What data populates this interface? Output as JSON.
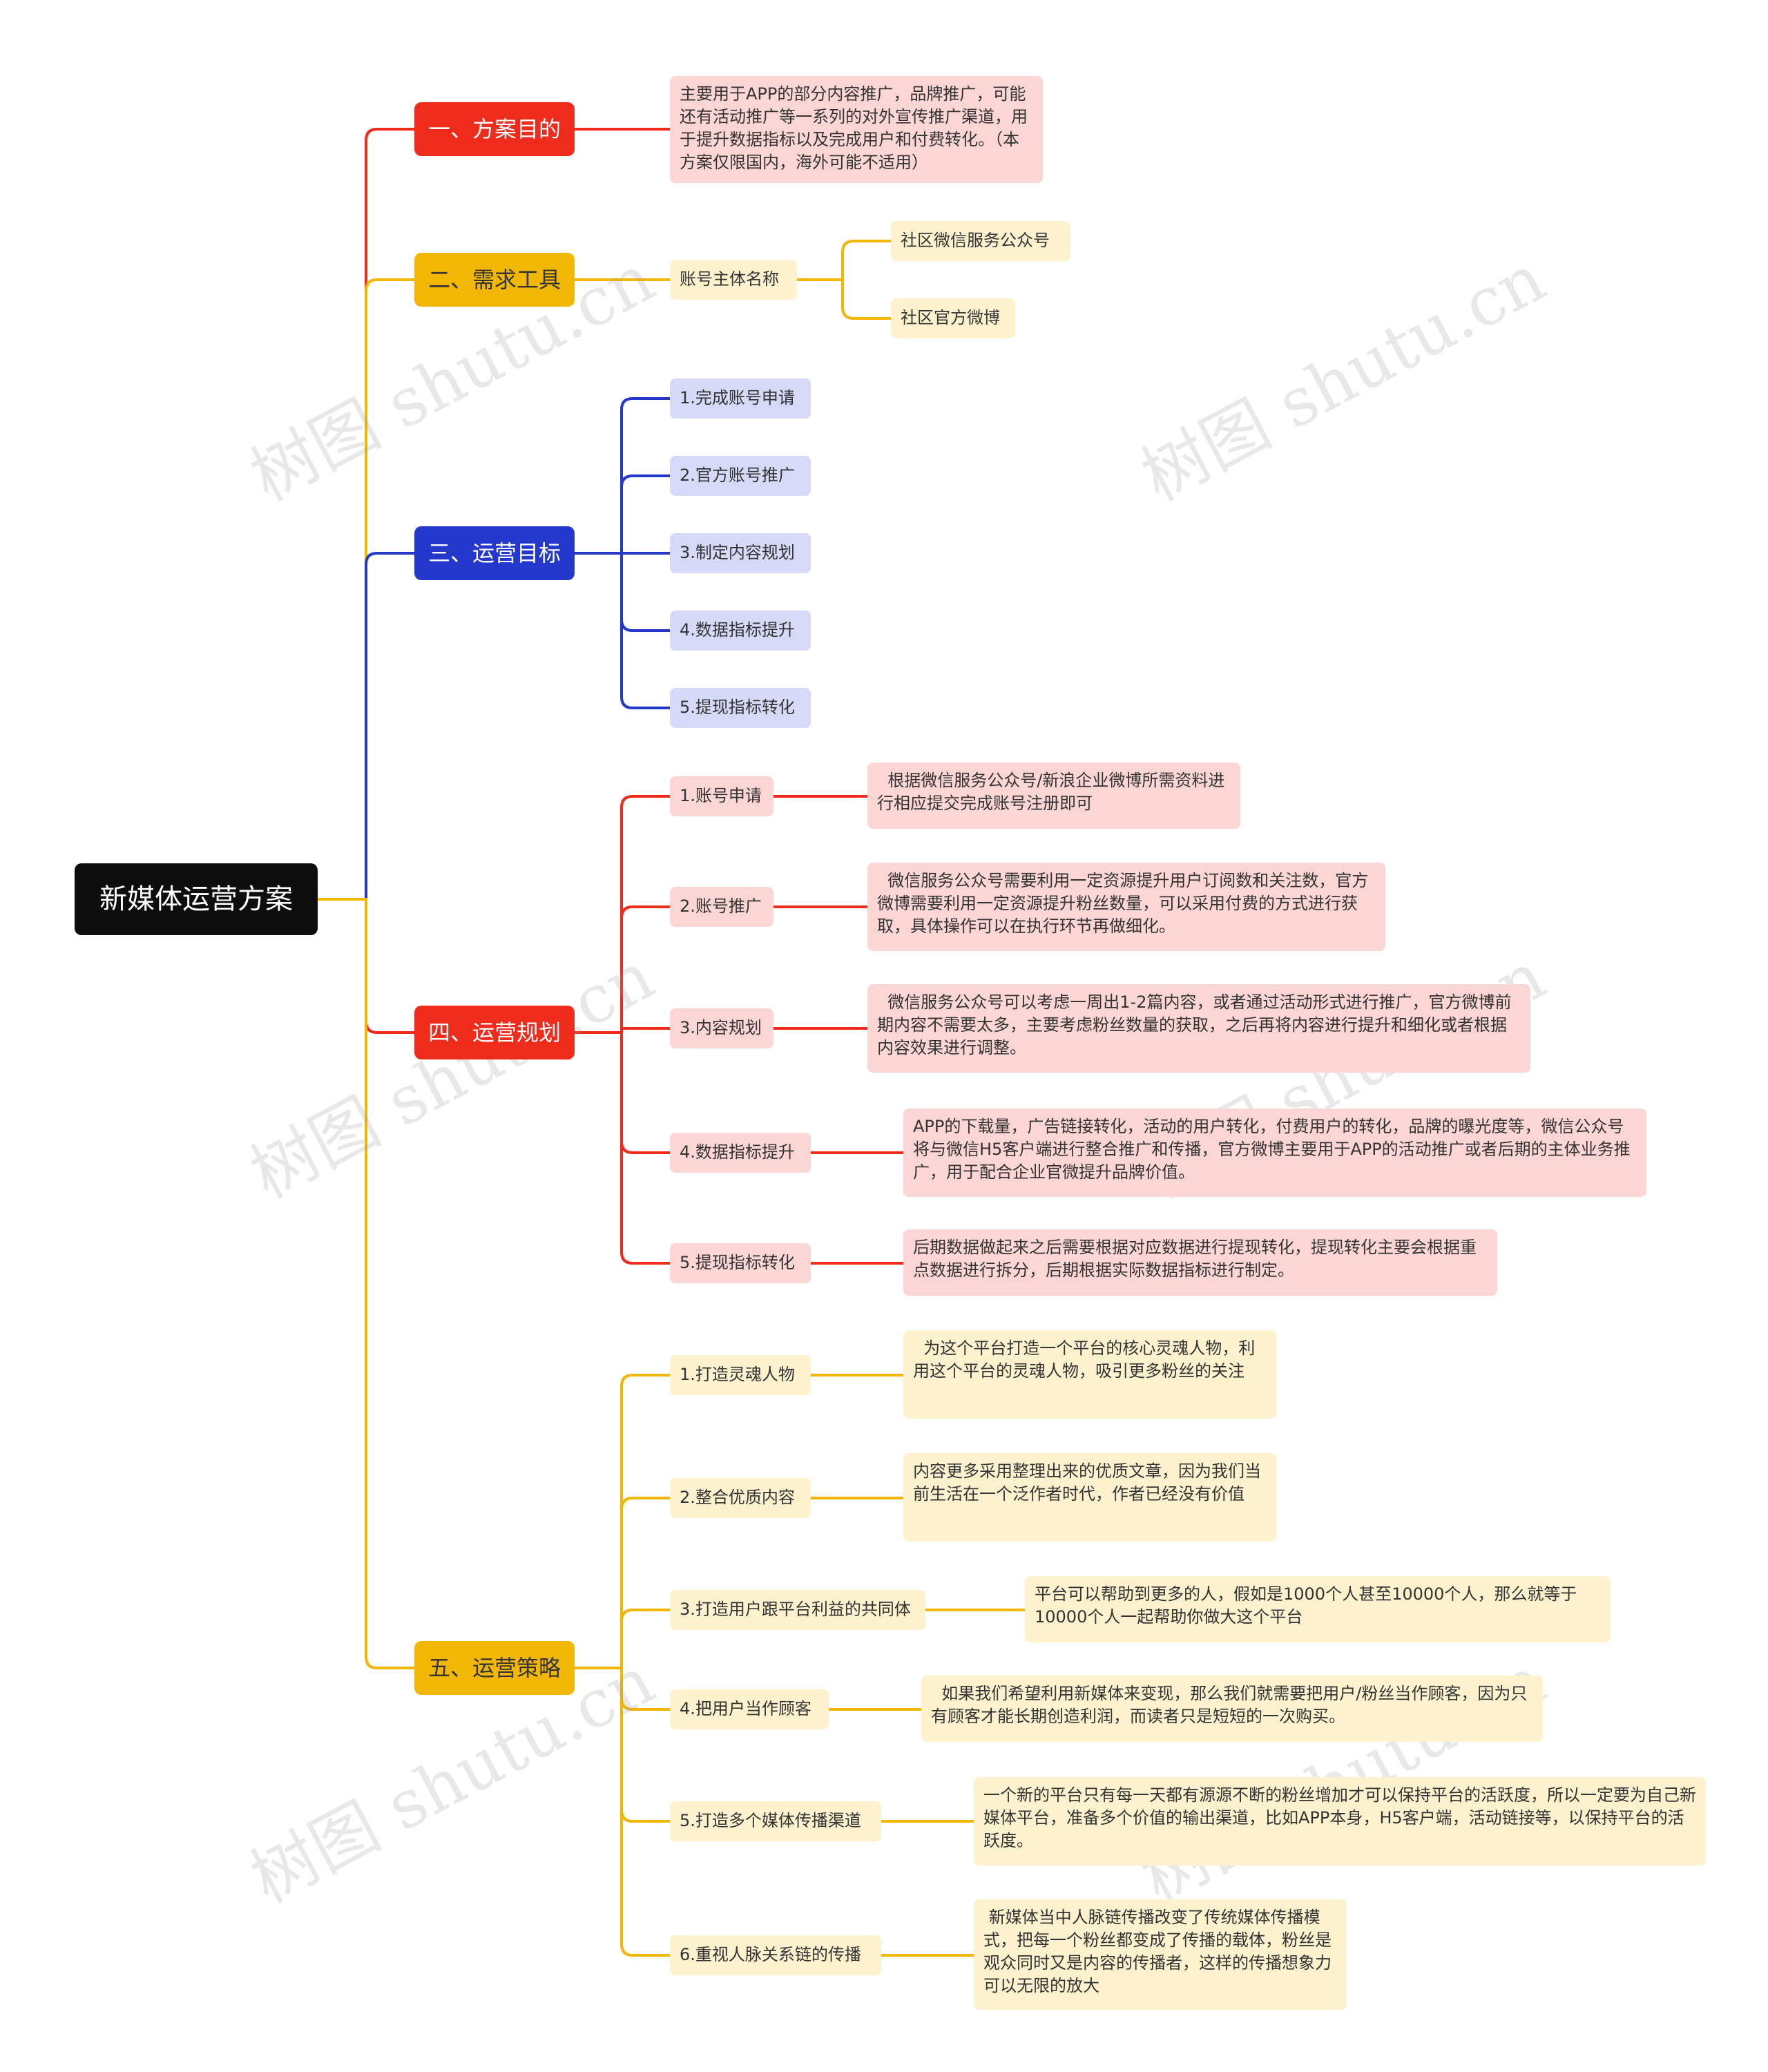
{
  "root": "新媒体运营方案",
  "colors": {
    "red": "#ef2b1c",
    "yellow": "#f2b705",
    "blue": "#2438cc",
    "pink": "#fbd6d4",
    "cream": "#fdf1ce",
    "lavender": "#d6d9f7",
    "root": "#0d0d0d"
  },
  "branches": {
    "b1": {
      "label": "一、方案目的",
      "desc": "主要用于APP的部分内容推广，品牌推广，可能还有活动推广等一系列的对外宣传推广渠道，用于提升数据指标以及完成用户和付费转化。（本方案仅限国内，海外可能不适用）"
    },
    "b2": {
      "label": "二、需求工具",
      "sub": "账号主体名称",
      "items": [
        "社区微信服务公众号",
        "社区官方微博"
      ]
    },
    "b3": {
      "label": "三、运营目标",
      "items": [
        "1.完成账号申请",
        "2.官方账号推广",
        "3.制定内容规划",
        "4.数据指标提升",
        "5.提现指标转化"
      ]
    },
    "b4": {
      "label": "四、运营规划",
      "items": [
        {
          "title": "1.账号申请",
          "desc": "  根据微信服务公众号/新浪企业微博所需资料进行相应提交完成账号注册即可"
        },
        {
          "title": "2.账号推广",
          "desc": "  微信服务公众号需要利用一定资源提升用户订阅数和关注数，官方微博需要利用一定资源提升粉丝数量，可以采用付费的方式进行获取，具体操作可以在执行环节再做细化。"
        },
        {
          "title": "3.内容规划",
          "desc": "  微信服务公众号可以考虑一周出1-2篇内容，或者通过活动形式进行推广，官方微博前期内容不需要太多，主要考虑粉丝数量的获取，之后再将内容进行提升和细化或者根据内容效果进行调整。"
        },
        {
          "title": "4.数据指标提升",
          "desc": "APP的下载量，广告链接转化，活动的用户转化，付费用户的转化，品牌的曝光度等，微信公众号将与微信H5客户端进行整合推广和传播，官方微博主要用于APP的活动推广或者后期的主体业务推广，用于配合企业官微提升品牌价值。"
        },
        {
          "title": "5.提现指标转化",
          "desc": "后期数据做起来之后需要根据对应数据进行提现转化，提现转化主要会根据重点数据进行拆分，后期根据实际数据指标进行制定。"
        }
      ]
    },
    "b5": {
      "label": "五、运营策略",
      "items": [
        {
          "title": "1.打造灵魂人物",
          "desc": "  为这个平台打造一个平台的核心灵魂人物，利用这个平台的灵魂人物，吸引更多粉丝的关注"
        },
        {
          "title": "2.整合优质内容",
          "desc": "内容更多采用整理出来的优质文章，因为我们当前生活在一个泛作者时代，作者已经没有价值"
        },
        {
          "title": "3.打造用户跟平台利益的共同体",
          "desc": "平台可以帮助到更多的人，假如是1000个人甚至10000个人，那么就等于10000个人一起帮助你做大这个平台"
        },
        {
          "title": "4.把用户当作顾客",
          "desc": "  如果我们希望利用新媒体来变现，那么我们就需要把用户/粉丝当作顾客，因为只有顾客才能长期创造利润，而读者只是短短的一次购买。"
        },
        {
          "title": "5.打造多个媒体传播渠道",
          "desc": "一个新的平台只有每一天都有源源不断的粉丝增加才可以保持平台的活跃度，所以一定要为自己新媒体平台，准备多个价值的输出渠道，比如APP本身，H5客户端，活动链接等，以保持平台的活跃度。"
        },
        {
          "title": "6.重视人脉关系链的传播",
          "desc": " 新媒体当中人脉链传播改变了传统媒体传播模式，把每一个粉丝都变成了传播的载体，粉丝是观众同时又是内容的传播者，这样的传播想象力可以无限的放大"
        }
      ]
    }
  },
  "watermark": "树图 shutu.cn"
}
